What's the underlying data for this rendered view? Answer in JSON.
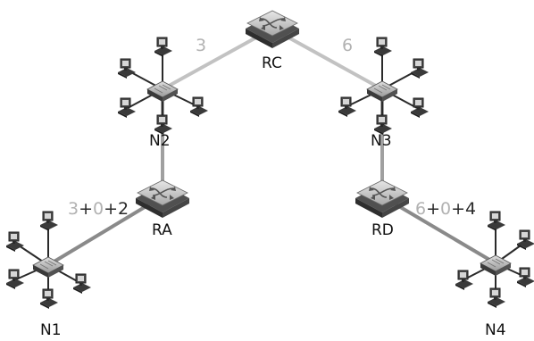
{
  "routers": [
    {
      "id": "RC",
      "label": "RC"
    },
    {
      "id": "RA",
      "label": "RA"
    },
    {
      "id": "RD",
      "label": "RD"
    }
  ],
  "networks": [
    {
      "id": "N1",
      "label": "N1"
    },
    {
      "id": "N2",
      "label": "N2"
    },
    {
      "id": "N3",
      "label": "N3"
    },
    {
      "id": "N4",
      "label": "N4"
    }
  ],
  "link_costs": {
    "rc_n2": "3",
    "rc_n3": "6",
    "ra_path": {
      "a": "3",
      "plus1": "+",
      "b": "0",
      "plus2": "+",
      "c": "2"
    },
    "rd_path": {
      "a": "6",
      "plus1": "+",
      "b": "0",
      "plus2": "+",
      "c": "4"
    }
  },
  "colors": {
    "link_light": "#c2c2c2",
    "link_mid": "#a0a0a0",
    "link_dark": "#8a8a8a",
    "cost_light": "#b2b2b2",
    "cost_dark": "#2a2a2a"
  },
  "icons": {
    "router": "router-icon",
    "hub": "hub-icon",
    "computer": "computer-icon"
  }
}
